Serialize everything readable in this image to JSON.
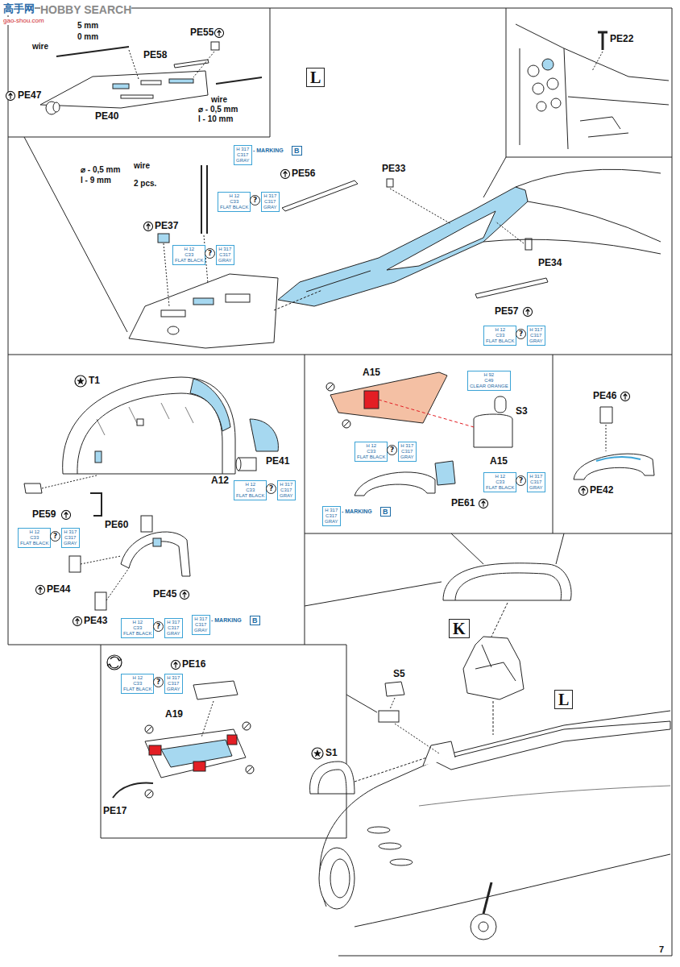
{
  "diagram": {
    "nodes": [
      {
        "text": [
          "L"
        ]
      },
      {
        "text": [
          "H 317",
          "C317",
          "GRAY"
        ]
      },
      {
        "text": [
          "B"
        ]
      },
      {
        "text": [
          "H 12",
          "C33",
          "FLAT BLACK"
        ]
      },
      {
        "text": [
          "?"
        ]
      },
      {
        "text": [
          "H 317",
          "C317",
          "GRAY"
        ]
      },
      {
        "text": [
          "H 12",
          "C33",
          "FLAT BLACK"
        ]
      },
      {
        "text": [
          "?"
        ]
      },
      {
        "text": [
          "H 317",
          "C317",
          "GRAY"
        ]
      },
      {
        "text": [
          "H 12",
          "C33",
          "FLAT BLACK"
        ]
      },
      {
        "text": [
          "?"
        ]
      },
      {
        "text": [
          "H 317",
          "C317",
          "GRAY"
        ]
      },
      {
        "text": [
          "H 12",
          "C33",
          "FLAT BLACK"
        ]
      },
      {
        "text": [
          "?"
        ]
      },
      {
        "text": [
          "H 317",
          "C317",
          "GRAY"
        ]
      },
      {
        "text": [
          "H 12",
          "C33",
          "FLAT BLACK"
        ]
      },
      {
        "text": [
          "?"
        ]
      },
      {
        "text": [
          "H 317",
          "C317",
          "GRAY"
        ]
      },
      {
        "text": [
          "H 12",
          "C33",
          "FLAT BLACK"
        ]
      },
      {
        "text": [
          "?"
        ]
      },
      {
        "text": [
          "H 317",
          "C317",
          "GRAY"
        ]
      },
      {
        "text": [
          "H 317",
          "C317",
          "GRAY"
        ]
      },
      {
        "text": [
          "B"
        ]
      },
      {
        "text": [
          "H 92",
          "C49",
          "CLEAR ORANGE"
        ]
      },
      {
        "text": [
          "H 12",
          "C33",
          "FLAT BLACK"
        ]
      },
      {
        "text": [
          "?"
        ]
      },
      {
        "text": [
          "H 317",
          "C317",
          "GRAY"
        ]
      },
      {
        "text": [
          "H 12",
          "C33",
          "FLAT BLACK"
        ]
      },
      {
        "text": [
          "?"
        ]
      },
      {
        "text": [
          "H 317",
          "C317",
          "GRAY"
        ]
      },
      {
        "text": [
          "H 317",
          "C317",
          "GRAY"
        ]
      },
      {
        "text": [
          "B"
        ]
      },
      {
        "text": [
          "K"
        ]
      },
      {
        "text": [
          "L"
        ]
      },
      {
        "text": [
          "H 12",
          "C33",
          "FLAT BLACK"
        ]
      },
      {
        "text": [
          "?"
        ]
      },
      {
        "text": [
          "H 317",
          "C317",
          "GRAY"
        ]
      }
    ],
    "labels": [
      "高手网",
      "HOBBY SEARCH",
      "gao-shou.com",
      "5 mm",
      "0 mm",
      "wire",
      "PE55",
      "PE58",
      "PE47",
      "PE40",
      "wire",
      "⌀ - 0,5 mm",
      "l - 10 mm",
      "PE22",
      "⌀ - 0,5 mm",
      "l - 9 mm",
      "wire",
      "2 pcs.",
      "- MARKING",
      "PE56",
      "PE33",
      "PE37",
      "PE34",
      "PE57",
      "T1",
      "A12",
      "PE41",
      "PE59",
      "PE60",
      "PE44",
      "PE45",
      "PE43",
      "- MARKING",
      "A15",
      "S3",
      "A15",
      "PE61",
      "- MARKING",
      "PE46",
      "PE42",
      "S5",
      "S1",
      "PE16",
      "A19",
      "PE17",
      "7"
    ]
  }
}
